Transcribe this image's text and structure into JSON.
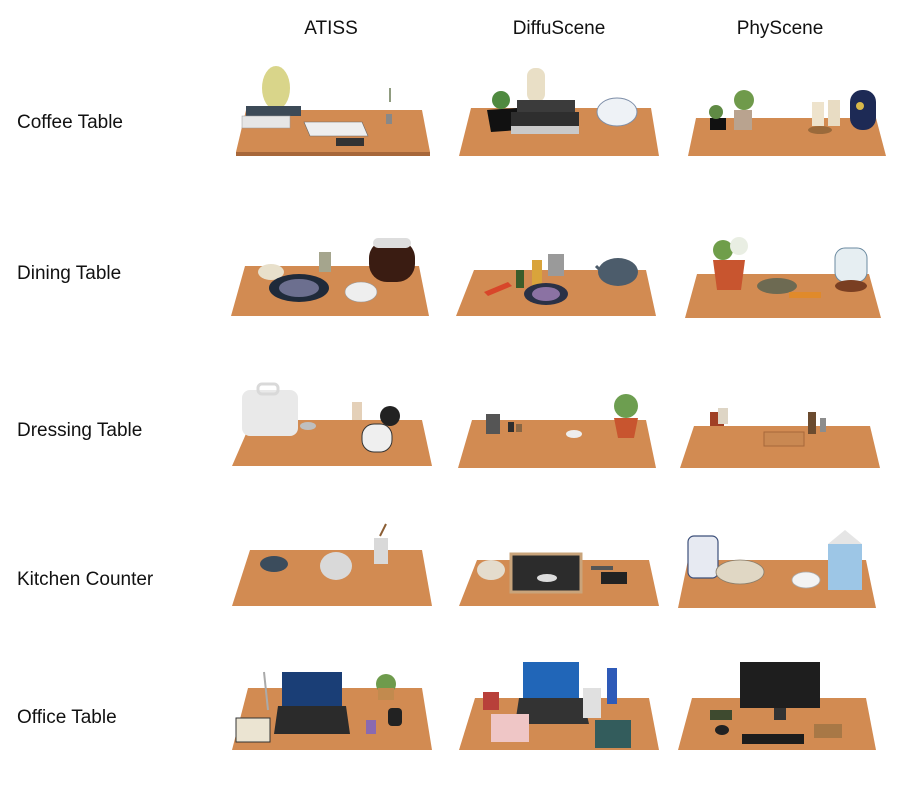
{
  "columns": [
    "ATISS",
    "DiffuScene",
    "PhyScene"
  ],
  "rows": [
    {
      "label": "Coffee Table"
    },
    {
      "label": "Dining Table"
    },
    {
      "label": "Dressing Table"
    },
    {
      "label": "Kitchen Counter"
    },
    {
      "label": "Office Table"
    }
  ],
  "colors": {
    "table_top": "#d28b52",
    "table_edge": "#a7673a"
  }
}
